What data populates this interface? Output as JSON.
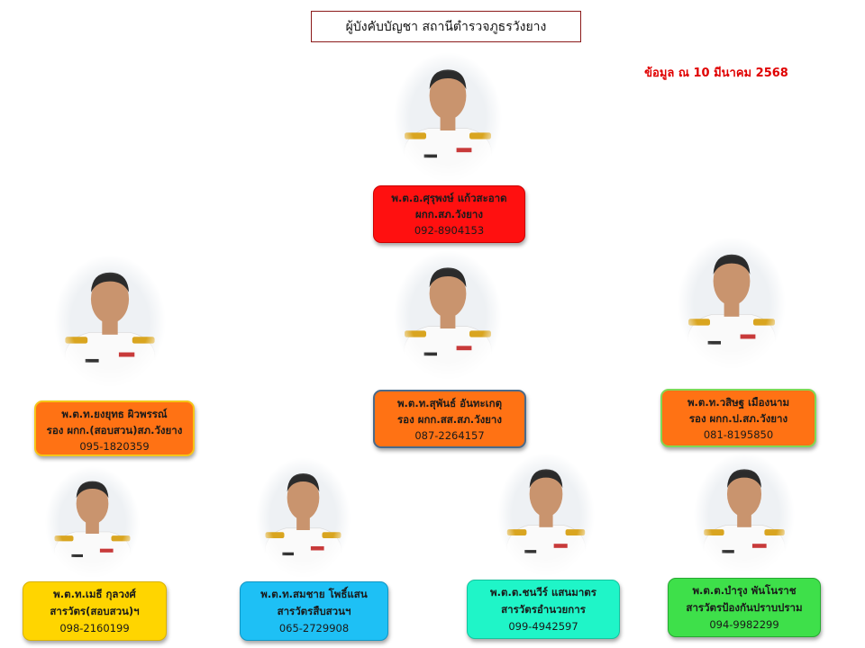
{
  "header": {
    "title": "ผู้บังคับบัญชา  สถานีตำรวจภูธรวังยาง",
    "date_note": "ข้อมูล ณ 10 มีนาคม 2568"
  },
  "colors": {
    "red": "#ff1010",
    "orange": "#ff7214",
    "yellow": "#ffd500",
    "blue": "#1ec0f5",
    "teal": "#1ff5c8",
    "green": "#3ee04a",
    "date": "#e00000"
  },
  "officers": [
    {
      "name": "พ.ต.อ.ศุรุพงษ์  แก้วสะอาด",
      "position": "ผกก.สภ.วังยาง",
      "phone": "092-8904153"
    },
    {
      "name": "พ.ต.ท.ยงยุทธ  ผิวพรรณ์",
      "position": "รอง ผกก.(สอบสวน)สภ.วังยาง",
      "phone": "095-1820359"
    },
    {
      "name": "พ.ต.ท.สุพันธ์  อันทะเกตุ",
      "position": "รอง ผกก.สส.สภ.วังยาง",
      "phone": "087-2264157"
    },
    {
      "name": "พ.ต.ท.วสิษฐ  เมืองนาม",
      "position": "รอง ผกก.ป.สภ.วังยาง",
      "phone": "081-8195850"
    },
    {
      "name": "พ.ต.ท.เมธี  กุลวงศ์",
      "position": "สารวัตร(สอบสวน)ฯ",
      "phone": "098-2160199"
    },
    {
      "name": "พ.ต.ท.สมชาย  โพธิ์แสน",
      "position": "สารวัตรสืบสวนฯ",
      "phone": "065-2729908"
    },
    {
      "name": "พ.ต.ต.ชนวีร์  แสนมาตร",
      "position": "สารวัตรอำนวยการ",
      "phone": "099-4942597"
    },
    {
      "name": "พ.ต.ต.บำรุง  พันโนราช",
      "position": "สารวัตรป้องกันปราบปราม",
      "phone": "094-9982299"
    }
  ]
}
